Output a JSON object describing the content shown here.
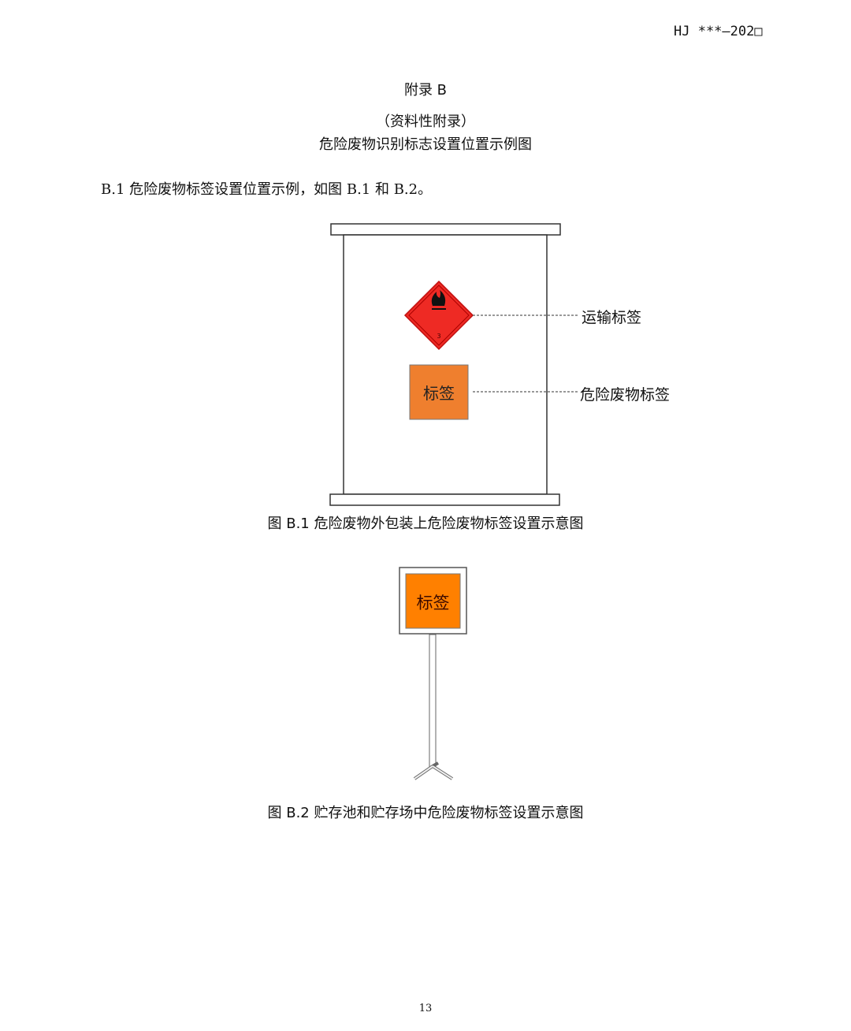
{
  "header": {
    "doc_number": "HJ ***—202□"
  },
  "appendix": {
    "title": "附录 B",
    "type": "（资料性附录）",
    "subtitle": "危险废物识别标志设置位置示例图"
  },
  "section": {
    "text": "B.1 危险废物标签设置位置示例，如图 B.1 和 B.2。"
  },
  "figure1": {
    "transport_label": "运输标签",
    "waste_label": "危险废物标签",
    "label_text": "标签",
    "diamond_class": "3",
    "caption": "图 B.1 危险废物外包装上危险废物标签设置示意图"
  },
  "figure2": {
    "label_text": "标签",
    "caption": "图 B.2  贮存池和贮存场中危险废物标签设置示意图"
  },
  "footer": {
    "page_number": "13"
  },
  "colors": {
    "hazard_red": "#ee2a24",
    "label_orange": "#ef7f2e",
    "sign_orange": "#ff8000"
  }
}
